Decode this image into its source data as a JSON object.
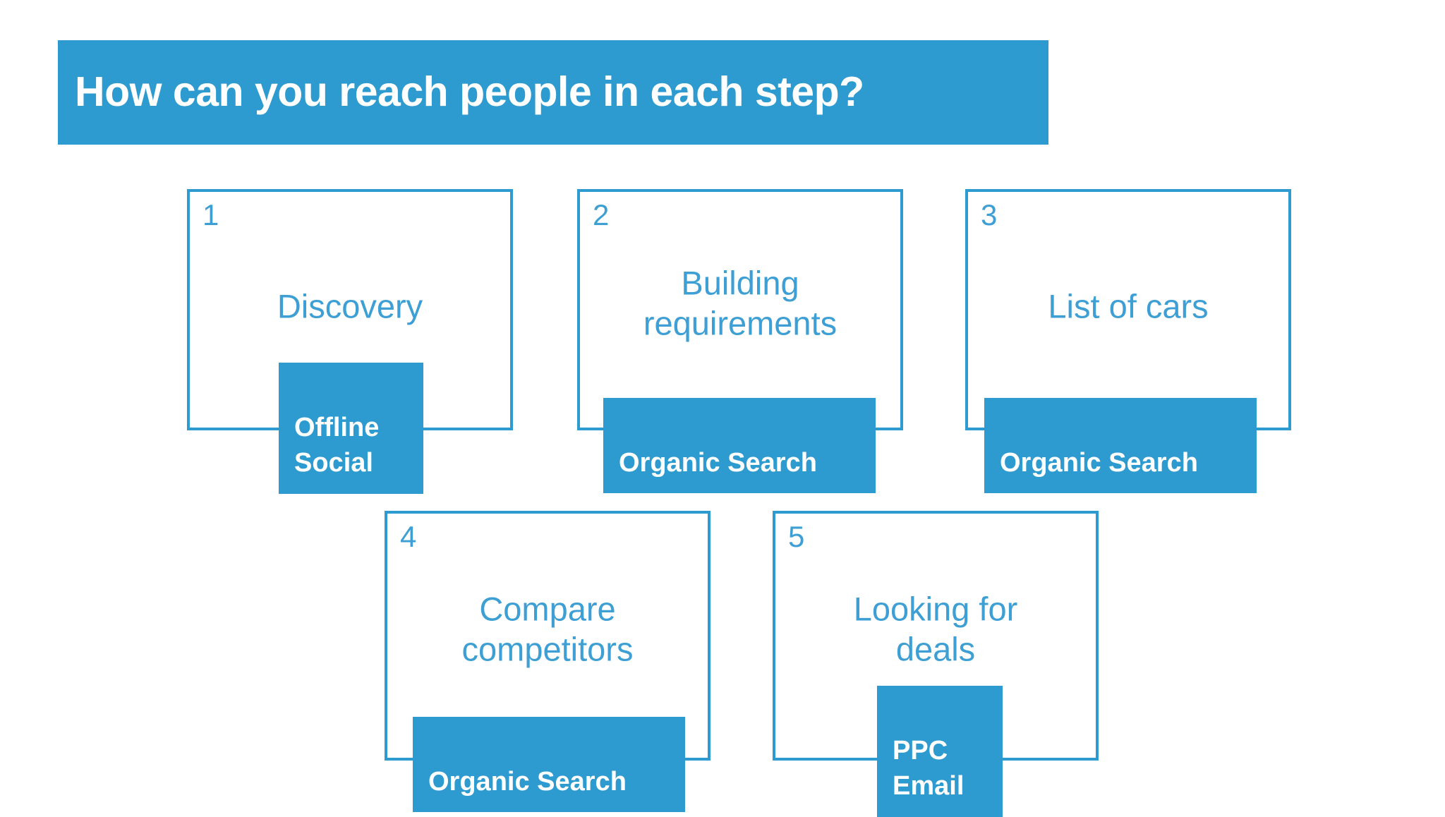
{
  "slide": {
    "title": "How can you reach people in each step?",
    "background_color": "#ffffff",
    "accent_color": "#2e9bd0",
    "title_text_color": "#ffffff",
    "box_border_color": "#2e9bd0",
    "box_label_color": "#3d9fd4",
    "badge_background_color": "#2e9bd0",
    "badge_text_color": "#ffffff"
  },
  "steps": [
    {
      "number": "1",
      "label": "Discovery",
      "badge": "Offline\nSocial",
      "badge_channels": [
        "Offline",
        "Social"
      ]
    },
    {
      "number": "2",
      "label": "Building\nrequirements",
      "badge": "Organic Search",
      "badge_channels": [
        "Organic Search"
      ]
    },
    {
      "number": "3",
      "label": "List of cars",
      "badge": "Organic Search",
      "badge_channels": [
        "Organic Search"
      ]
    },
    {
      "number": "4",
      "label": "Compare\ncompetitors",
      "badge": "Organic Search",
      "badge_channels": [
        "Organic Search"
      ]
    },
    {
      "number": "5",
      "label": "Looking for\ndeals",
      "badge": "PPC\nEmail",
      "badge_channels": [
        "PPC",
        "Email"
      ]
    }
  ]
}
